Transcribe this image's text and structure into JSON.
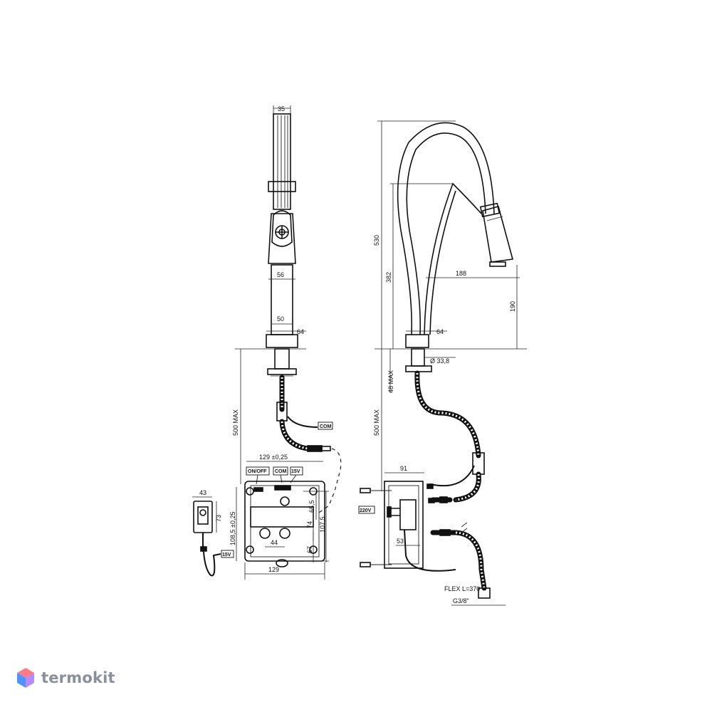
{
  "dimensions": {
    "handshower_width": "35",
    "body_width": "56",
    "column_width": "50",
    "base_width_left": "64",
    "base_width_right": "64",
    "supply_length_left": "500 MAX",
    "supply_length_right": "500 MAX",
    "deck_thickness": "48 MAX",
    "mount_hole": "Ø 33,8",
    "total_height": "530",
    "spout_height": "382",
    "spout_reach": "188",
    "outlet_height": "190",
    "box_width_tol": "129 ±0,25",
    "box_height_tol": "108,5 ±0,25",
    "box_width": "129",
    "button_spacing": "44",
    "box_inner_65": "65,5",
    "box_inner_74": "74",
    "box_inner_107": "107,5",
    "box_inner_67": "67",
    "switch_width": "43",
    "switch_height": "73",
    "side_box_width": "91",
    "side_inner": "53",
    "flex_length": "FLEX L=370",
    "thread": "G3/8\""
  },
  "tags": {
    "on_off": "ON/OFF",
    "com_box": "COM",
    "v15_box": "15V",
    "com_cable": "COM",
    "v15_switch": "15V",
    "v220": "220V"
  },
  "brand": {
    "name": "termokit",
    "colors": {
      "top": "#ff7b86",
      "left": "#4f93ff",
      "right": "#b58bff"
    }
  }
}
